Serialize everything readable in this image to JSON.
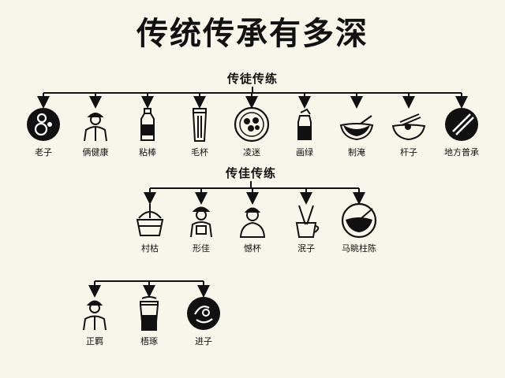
{
  "title": "传统传承有多深",
  "groups": [
    {
      "heading": "传徒传练",
      "items": [
        {
          "label": "老子",
          "icon": "gourd-circle-icon"
        },
        {
          "label": "俩健康",
          "icon": "worker-icon"
        },
        {
          "label": "粘棒",
          "icon": "bottle-icon"
        },
        {
          "label": "毛杯",
          "icon": "tall-cup-icon"
        },
        {
          "label": "凌迷",
          "icon": "dumpling-bowl-icon"
        },
        {
          "label": "画绿",
          "icon": "jug-icon"
        },
        {
          "label": "制淹",
          "icon": "mortar-bowl-icon"
        },
        {
          "label": "杆子",
          "icon": "chopsticks-bowl-icon"
        },
        {
          "label": "地方普承",
          "icon": "chopsticks-circle-icon"
        }
      ]
    },
    {
      "heading": "传佳传练",
      "items": [
        {
          "label": "村枯",
          "icon": "basket-icon"
        },
        {
          "label": "形佳",
          "icon": "person-cap-icon"
        },
        {
          "label": "憾杯",
          "icon": "man-icon"
        },
        {
          "label": "泯子",
          "icon": "cup-sticks-icon"
        },
        {
          "label": "马眺柱陈",
          "icon": "soup-bowl-icon"
        }
      ]
    },
    {
      "heading": "",
      "items": [
        {
          "label": "正羁",
          "icon": "man-cap-icon"
        },
        {
          "label": "梧琢",
          "icon": "tea-cup-icon"
        },
        {
          "label": "进子",
          "icon": "face-circle-icon"
        }
      ]
    }
  ]
}
